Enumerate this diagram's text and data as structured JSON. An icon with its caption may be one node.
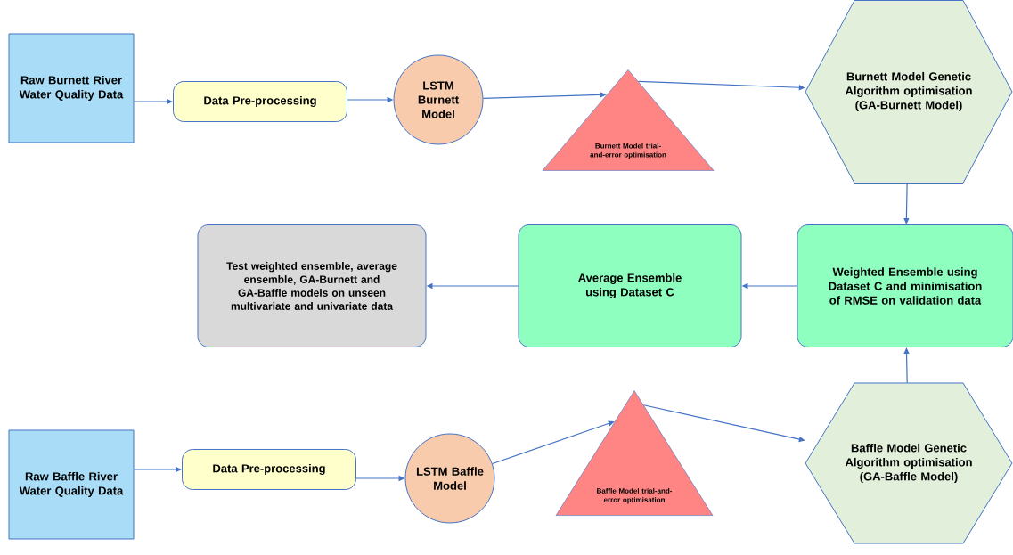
{
  "diagram": {
    "nodes": [
      {
        "text": [
          "Raw Burnett River Water Quality Data"
        ]
      },
      {
        "text": [
          "Data Pre-processing"
        ]
      },
      {
        "text": [
          "LSTM Burnett Model"
        ]
      },
      {
        "text": [
          "Burnett Model trial-and-error optimisation"
        ]
      },
      {
        "text": [
          "Burnett Model Genetic Algorithm optimisation (GA-Burnett Model)"
        ]
      },
      {
        "text": [
          "Weighted Ensemble using Dataset C and minimisation of RMSE on validation data"
        ]
      },
      {
        "text": [
          "Average Ensemble using Dataset C"
        ]
      },
      {
        "text": [
          "Test weighted ensemble, average ensemble, GA-Burnett and GA-Baffle models on unseen multivariate and univariate data"
        ]
      },
      {
        "text": [
          "Raw Baffle River Water Quality Data"
        ]
      },
      {
        "text": [
          "Data Pre-processing"
        ]
      },
      {
        "text": [
          "LSTM Baffle Model"
        ]
      },
      {
        "text": [
          "Baffle Model trial-and-error optimisation"
        ]
      },
      {
        "text": [
          "Baffle Model Genetic Algorithm optimisation (GA-Baffle Model)"
        ]
      }
    ],
    "edges": [
      {
        "from": 0,
        "to": 1,
        "arrow": "to"
      },
      {
        "from": 1,
        "to": 2,
        "arrow": "to"
      },
      {
        "from": 2,
        "to": 3,
        "arrow": "to"
      },
      {
        "from": 3,
        "to": 4,
        "arrow": "to"
      },
      {
        "from": 4,
        "to": 5,
        "arrow": "to"
      },
      {
        "from": 5,
        "to": 6,
        "arrow": "to"
      },
      {
        "from": 6,
        "to": 7,
        "arrow": "to"
      },
      {
        "from": 8,
        "to": 9,
        "arrow": "to"
      },
      {
        "from": 9,
        "to": 10,
        "arrow": "to"
      },
      {
        "from": 10,
        "to": 11,
        "arrow": "to"
      },
      {
        "from": 11,
        "to": 12,
        "arrow": "to"
      },
      {
        "from": 12,
        "to": 5,
        "arrow": "to"
      }
    ]
  }
}
